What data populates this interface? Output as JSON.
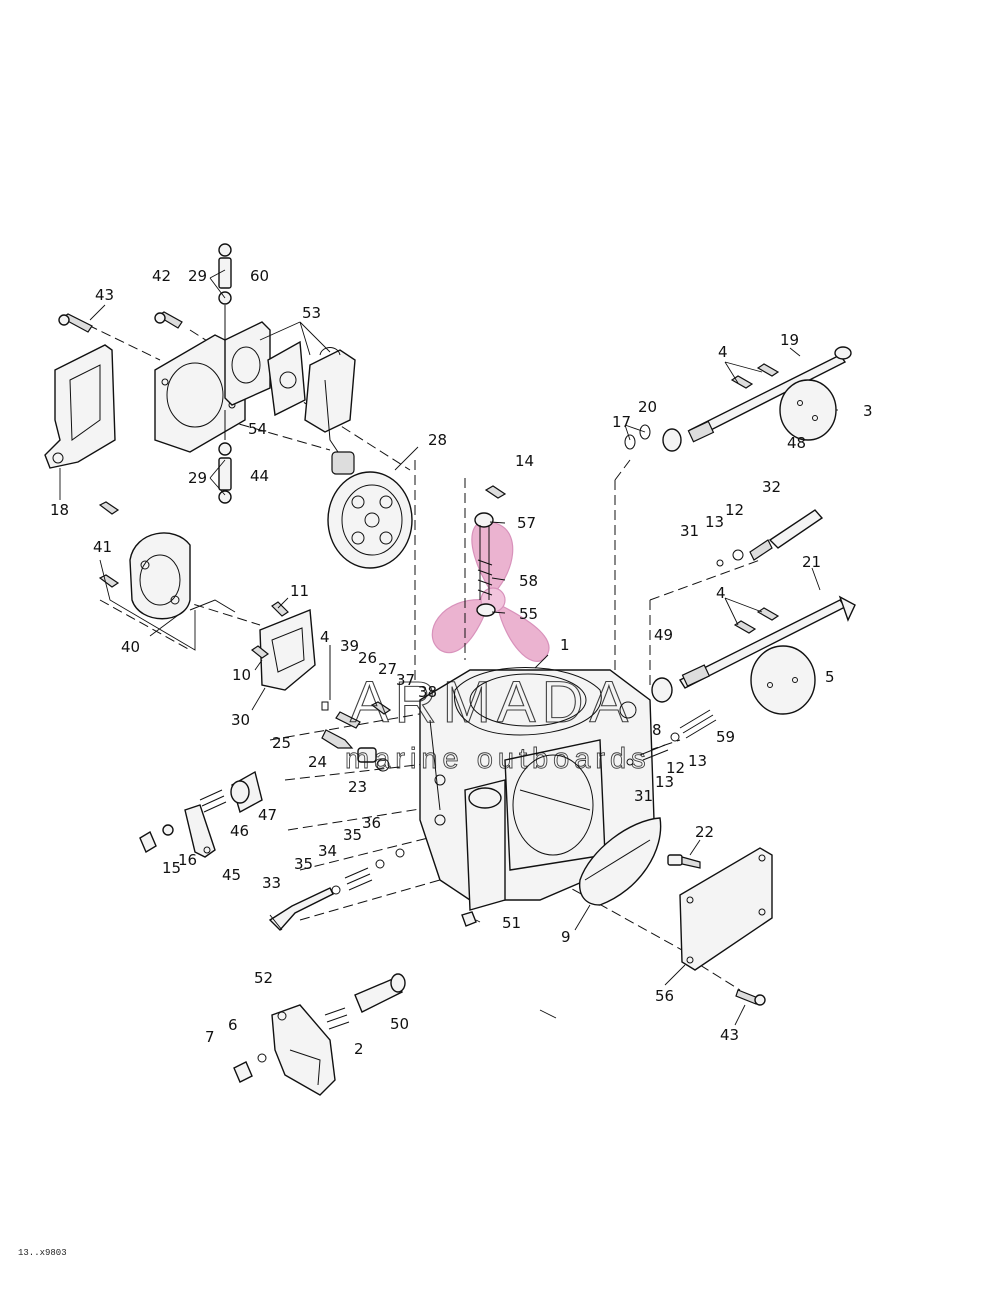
{
  "watermark": {
    "text": "ARMADA",
    "subtext": "marine outboards",
    "logo_icon": "propeller-logo-icon",
    "color": "#e8a6c8"
  },
  "figure_code": "13..x9803",
  "callouts": [
    "43",
    "42",
    "29",
    "60",
    "53",
    "18",
    "54",
    "29",
    "44",
    "28",
    "41",
    "40",
    "11",
    "4",
    "39",
    "26",
    "27",
    "37",
    "38",
    "10",
    "30",
    "25",
    "24",
    "23",
    "14",
    "57",
    "58",
    "55",
    "1",
    "47",
    "46",
    "45",
    "16",
    "15",
    "36",
    "35",
    "34",
    "35",
    "33",
    "52",
    "6",
    "7",
    "2",
    "50",
    "51",
    "9",
    "22",
    "56",
    "43",
    "4",
    "19",
    "3",
    "20",
    "17",
    "48",
    "32",
    "13",
    "12",
    "31",
    "21",
    "4",
    "5",
    "49",
    "8",
    "59",
    "13",
    "12",
    "13",
    "31"
  ]
}
